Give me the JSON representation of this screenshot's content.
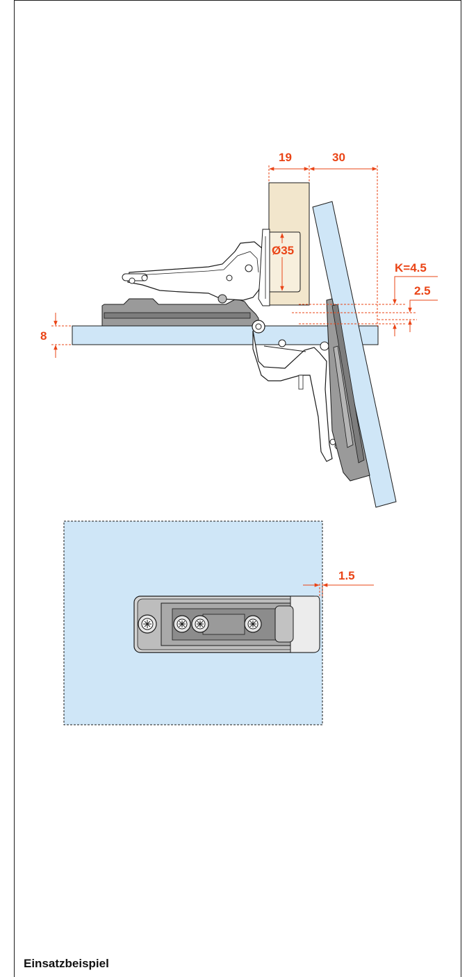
{
  "dimensions": {
    "d19": "19",
    "d30": "30",
    "d35": "Ø35",
    "k": "K=4.5",
    "d25": "2.5",
    "d8": "8",
    "d15": "1.5"
  },
  "caption": "Einsatzbeispiel",
  "colors": {
    "dimension": "#ea4416",
    "panel": "#cfe6f7",
    "wood": "#f2e6cc",
    "hinge_dark": "#8c8c8c",
    "hinge_mid": "#a9a9a9",
    "outline": "#1a1a1a"
  }
}
